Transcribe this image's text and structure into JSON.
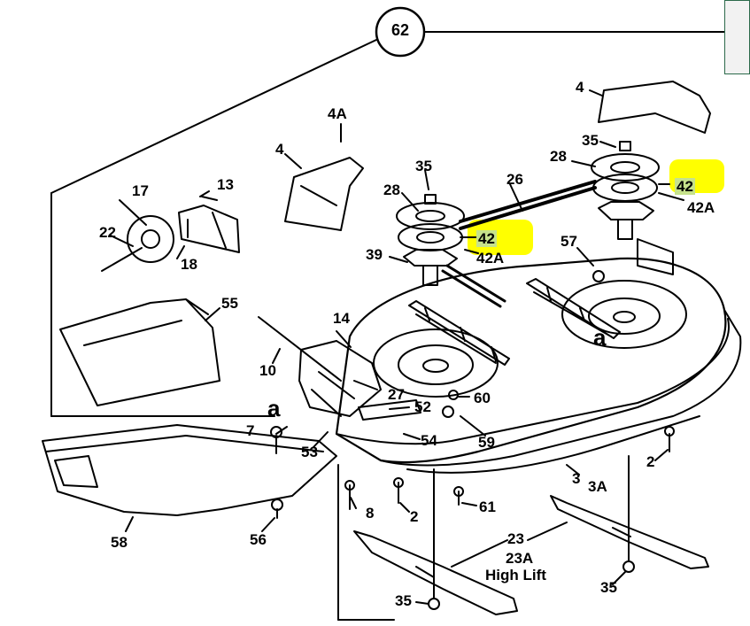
{
  "diagram": {
    "main_callout": "62",
    "labels": {
      "p4A": "4A",
      "p4_left": "4",
      "p4_right": "4",
      "p13": "13",
      "p17": "17",
      "p22": "22",
      "p18": "18",
      "p35_top_left": "35",
      "p28_left": "28",
      "p26": "26",
      "p42_left": "42",
      "p42A_left": "42A",
      "p39": "39",
      "p35_top_right": "35",
      "p28_right": "28",
      "p42_right": "42",
      "p42A_right": "42A",
      "p57": "57",
      "p55": "55",
      "p14": "14",
      "p10": "10",
      "p27": "27",
      "p60": "60",
      "p52": "52",
      "a_left": "a",
      "a_right": "a",
      "p7": "7",
      "p54": "54",
      "p59": "59",
      "p53": "53",
      "p2_right": "2",
      "p3": "3",
      "p3A": "3A",
      "p8": "8",
      "p2_bottom": "2",
      "p61": "61",
      "p58": "58",
      "p56": "56",
      "p23": "23",
      "p23A": "23A",
      "high_lift": "High Lift",
      "p35_bottom_left": "35",
      "p35_bottom_right": "35"
    },
    "highlight_color": "#ffff00",
    "highlight_box_color": "#c6e28c"
  }
}
